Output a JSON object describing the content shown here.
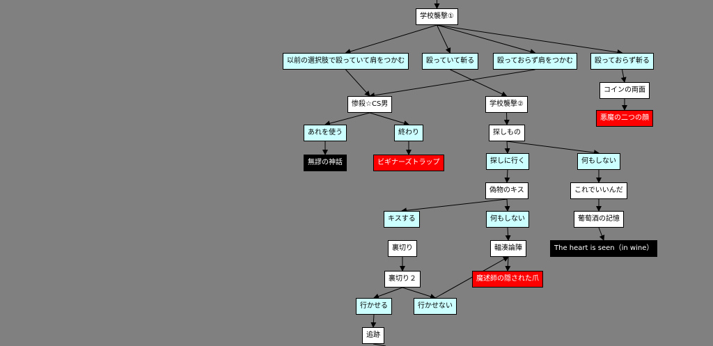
{
  "colors": {
    "background": "#808080",
    "scene_node": "#ffffff",
    "choice_node": "#ccffff",
    "bad_end_node": "#ff0000",
    "ending_node": "#000000",
    "edge": "#000000"
  },
  "nodes": {
    "gakkou1": "学校襲撃①",
    "choice_prev_grab": "以前の選択肢で殴っていて肩をつかむ",
    "choice_hit_slash": "殴っていて斬る",
    "choice_nohit_grab": "殴っておらず肩をつかむ",
    "choice_nohit_slash": "殴っておらず斬る",
    "zansatsu": "惨殺☆CS男",
    "gakkou2": "学校襲撃②",
    "coin": "コインの両面",
    "akuma": "悪魔の二つの顔",
    "use_that": "あれを使う",
    "owari": "終わり",
    "sagashimono": "探しもの",
    "muryu": "無謬の神話",
    "beginner": "ビギナーズトラップ",
    "go_search": "探しに行く",
    "do_nothing_1": "何もしない",
    "nisemono": "偽物のキス",
    "koredeii": "これでいいんだ",
    "kiss": "キスする",
    "do_nothing_2": "何もしない",
    "budoushu": "葡萄酒の記憶",
    "uragiri1": "裏切り",
    "fuku": "輻湊論陣",
    "heart": "The heart is seen（in wine）",
    "uragiri2": "裏切り２",
    "majutsushi": "魔述師の隠された爪",
    "let_go": "行かせる",
    "not_let_go": "行かせない",
    "tsuiseki": "追跡"
  }
}
